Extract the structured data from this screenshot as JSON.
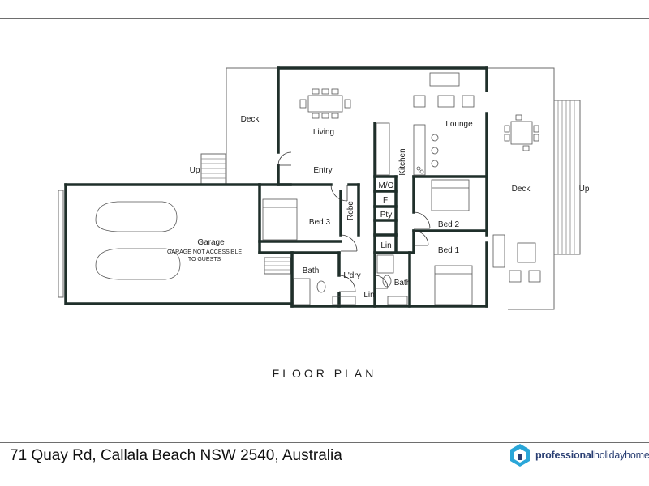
{
  "caption": "FLOOR PLAN",
  "address": "71 Quay Rd, Callala Beach NSW 2540, Australia",
  "brand": {
    "part1": "professional",
    "part2": "holidayhomes",
    "color": "#2a3f73",
    "accent": "#2aa6d8"
  },
  "wall_color": "#1f2f2a",
  "rooms": {
    "deck_left": "Deck",
    "up_left": "Up",
    "living": "Living",
    "lounge": "Lounge",
    "entry": "Entry",
    "kitchen": "Kitchen",
    "mo": "M/O",
    "fridge": "F",
    "pantry": "Pty",
    "deck_right": "Deck",
    "up_right": "Up",
    "garage": "Garage",
    "garage_note_1": "GARAGE NOT ACCESSIBLE",
    "garage_note_2": "TO GUESTS",
    "bed3": "Bed 3",
    "robe": "Robe",
    "bed2": "Bed 2",
    "bed1": "Bed 1",
    "bath_left": "Bath",
    "laundry": "L'dry",
    "linen_upper": "Lin",
    "linen_lower": "Lin",
    "bath_right": "Bath"
  }
}
